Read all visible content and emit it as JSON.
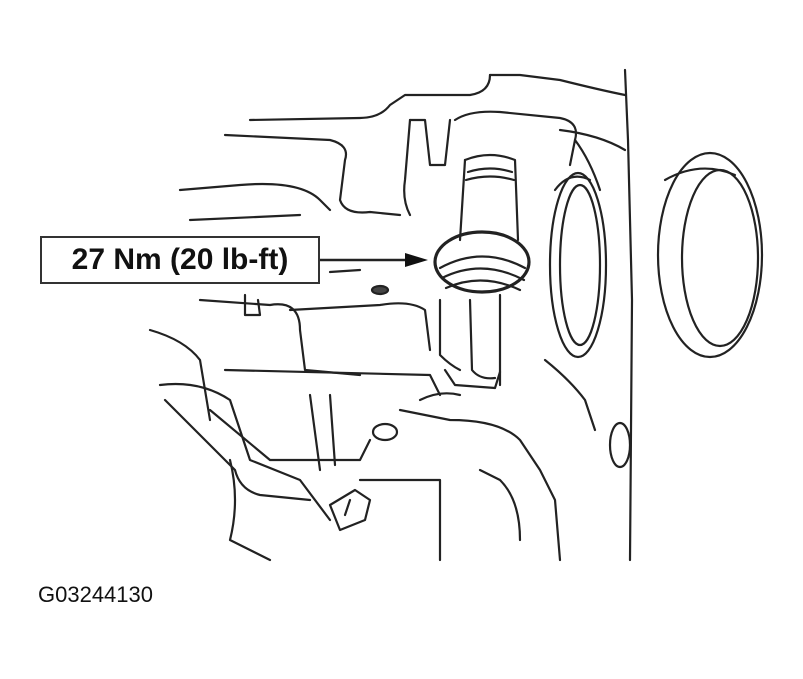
{
  "figure": {
    "type": "technical line illustration",
    "subject": "sensor/switch installed in housing with torque callout",
    "torque_callout": {
      "label": "27 Nm (20 lb-ft)",
      "points_to": "hex nut of threaded sensor"
    },
    "figure_code": "G03244130"
  },
  "colors": {
    "line": "#222222",
    "background": "#ffffff"
  }
}
